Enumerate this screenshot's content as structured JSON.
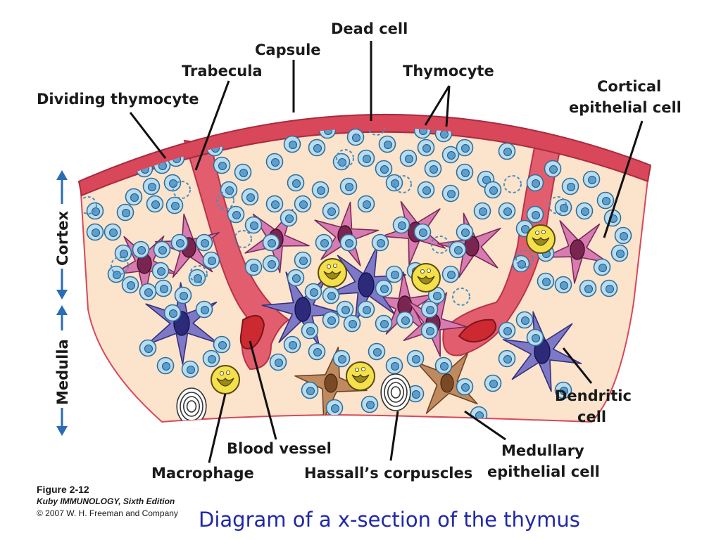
{
  "labels": {
    "dead_cell": "Dead cell",
    "capsule": "Capsule",
    "trabecula": "Trabecula",
    "thymocyte": "Thymocyte",
    "dividing_thymocyte": "Dividing thymocyte",
    "cortical_line1": "Cortical",
    "cortical_line2": "epithelial cell",
    "dendritic_line1": "Dendritic",
    "dendritic_line2": "cell",
    "medullary_line1": "Medullary",
    "medullary_line2": "epithelial cell",
    "blood_vessel": "Blood vessel",
    "macrophage": "Macrophage",
    "hassalls": "Hassall’s corpuscles"
  },
  "regions": {
    "cortex": "Cortex",
    "medulla": "Medulla"
  },
  "credit": {
    "figure": "Figure 2-12",
    "book": "Kuby IMMUNOLOGY, Sixth Edition",
    "copyright": "© 2007 W. H. Freeman and Company"
  },
  "caption": "Diagram of a x-section of the thymus",
  "colors": {
    "capsule": "#d9475a",
    "tissue": "#fbe3cc",
    "thymocyte": "#b9dcef",
    "thymocyte_nucleus": "#5a9fcf",
    "dead_cell_outline": "#4a8fbf",
    "cortical_epithelial": "#d77bb0",
    "cortical_nucleus": "#7a2550",
    "dendritic": "#7e79c6",
    "dendritic_nucleus": "#2d2a7a",
    "medullary_epithelial": "#bf8a5e",
    "macrophage": "#f3e04a",
    "blood_cell": "#cc2a30",
    "caption": "#2128a8"
  }
}
